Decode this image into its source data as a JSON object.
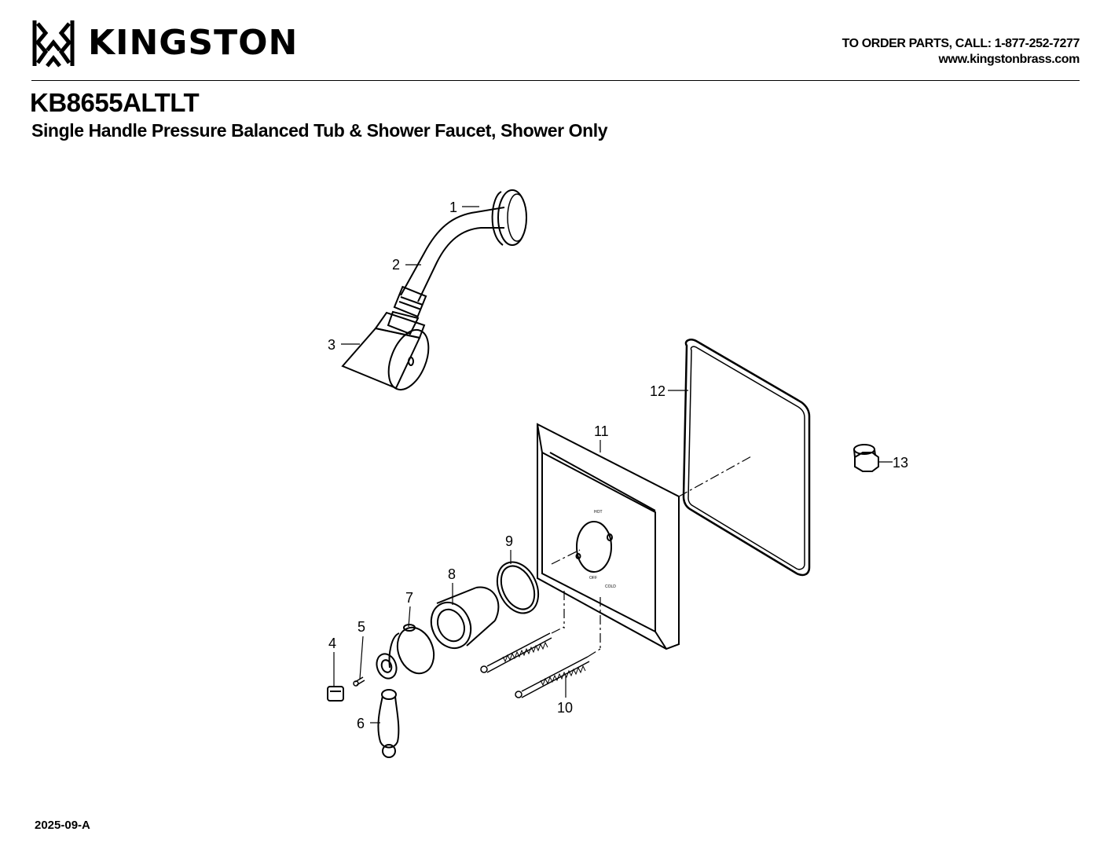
{
  "brand": {
    "name": "KINGSTON",
    "logo_icon": "kingston-monogram-icon"
  },
  "contact": {
    "order_line": "TO ORDER PARTS, CALL: 1-877-252-7277",
    "website": "www.kingstonbrass.com"
  },
  "product": {
    "model": "KB8655ALTLT",
    "description": "Single Handle Pressure Balanced Tub & Shower Faucet, Shower Only"
  },
  "revision": "2025-09-A",
  "faceplate_markings": {
    "hot": "HOT",
    "off": "OFF",
    "cold": "COLD"
  },
  "callouts": [
    "1",
    "2",
    "3",
    "4",
    "5",
    "6",
    "7",
    "8",
    "9",
    "10",
    "11",
    "12",
    "13"
  ]
}
